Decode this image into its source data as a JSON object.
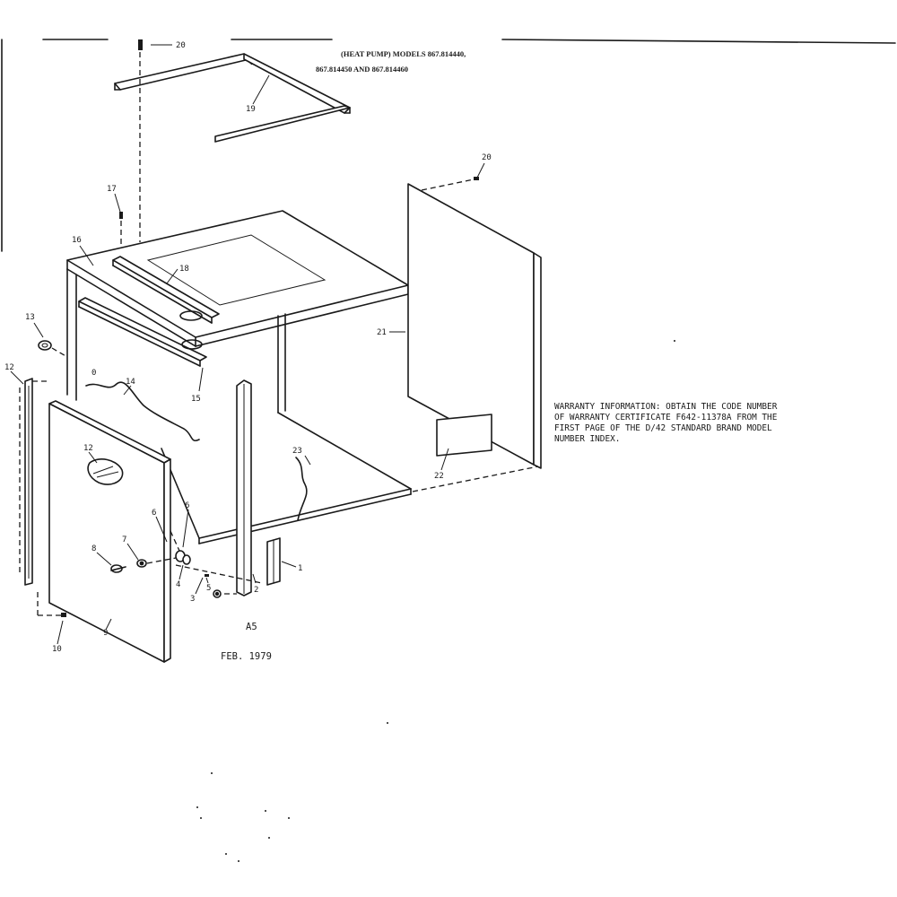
{
  "header": {
    "line1": "(HEAT PUMP) MODELS 867.814440,",
    "line2": "867.814450 AND 867.814460"
  },
  "warranty": {
    "lines": [
      "WARRANTY INFORMATION:  OBTAIN THE CODE NUMBER",
      "OF WARRANTY CERTIFICATE F642-11378A FROM THE",
      "FIRST PAGE OF THE D/42 STANDARD BRAND MODEL",
      "NUMBER INDEX."
    ]
  },
  "footer": {
    "date": "FEB. 1979",
    "section": "A5"
  },
  "callouts": {
    "c20a": "20",
    "c19": "19",
    "c20b": "20",
    "c17": "17",
    "c16": "16",
    "c18": "18",
    "c21": "21",
    "c13": "13",
    "c12a": "12",
    "c14": "14",
    "c15": "15",
    "c12b": "12",
    "c23": "23",
    "c22": "22",
    "c6a": "6",
    "c6b": "6",
    "c8": "8",
    "c7": "7",
    "c4": "4",
    "c5": "5",
    "c3": "3",
    "c1": "1",
    "c2": "2",
    "c10": "10",
    "c9": "9"
  }
}
